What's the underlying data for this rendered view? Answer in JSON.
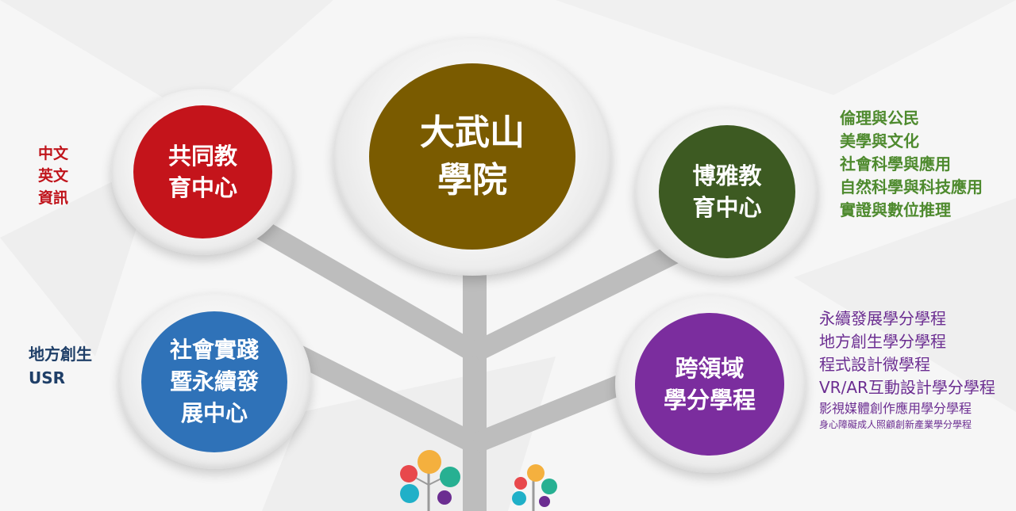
{
  "colors": {
    "trunk": "#bdbdbd",
    "center": "#7a5b00",
    "common": "#c4141b",
    "liberal": "#3d5a22",
    "social": "#2f72b8",
    "cross": "#7b2d9e",
    "red_text": "#c0141b",
    "green_text": "#4e8a2e",
    "blue_text": "#1f3f68",
    "purple_text": "#6b2d91"
  },
  "center_node": {
    "line1": "大武山",
    "line2": "學院"
  },
  "common_node": {
    "line1": "共同教",
    "line2": "育中心"
  },
  "liberal_node": {
    "line1": "博雅教",
    "line2": "育中心"
  },
  "social_node": {
    "line1": "社會實踐",
    "line2": "暨永續發",
    "line3": "展中心"
  },
  "cross_node": {
    "line1": "跨領域",
    "line2": "學分學程"
  },
  "common_items": [
    "中文",
    "英文",
    "資訊"
  ],
  "liberal_items": [
    "倫理與公民",
    "美學與文化",
    "社會科學與應用",
    "自然科學與科技應用",
    "實證與數位推理"
  ],
  "social_items": [
    "地方創生",
    "USR"
  ],
  "cross_items": [
    "永續發展學分學程",
    "地方創生學分學程",
    "程式設計微學程",
    "VR/AR互動設計學分學程",
    "影視媒體創作應用學分學程",
    "身心障礙成人照顧創新產業學分學程"
  ]
}
